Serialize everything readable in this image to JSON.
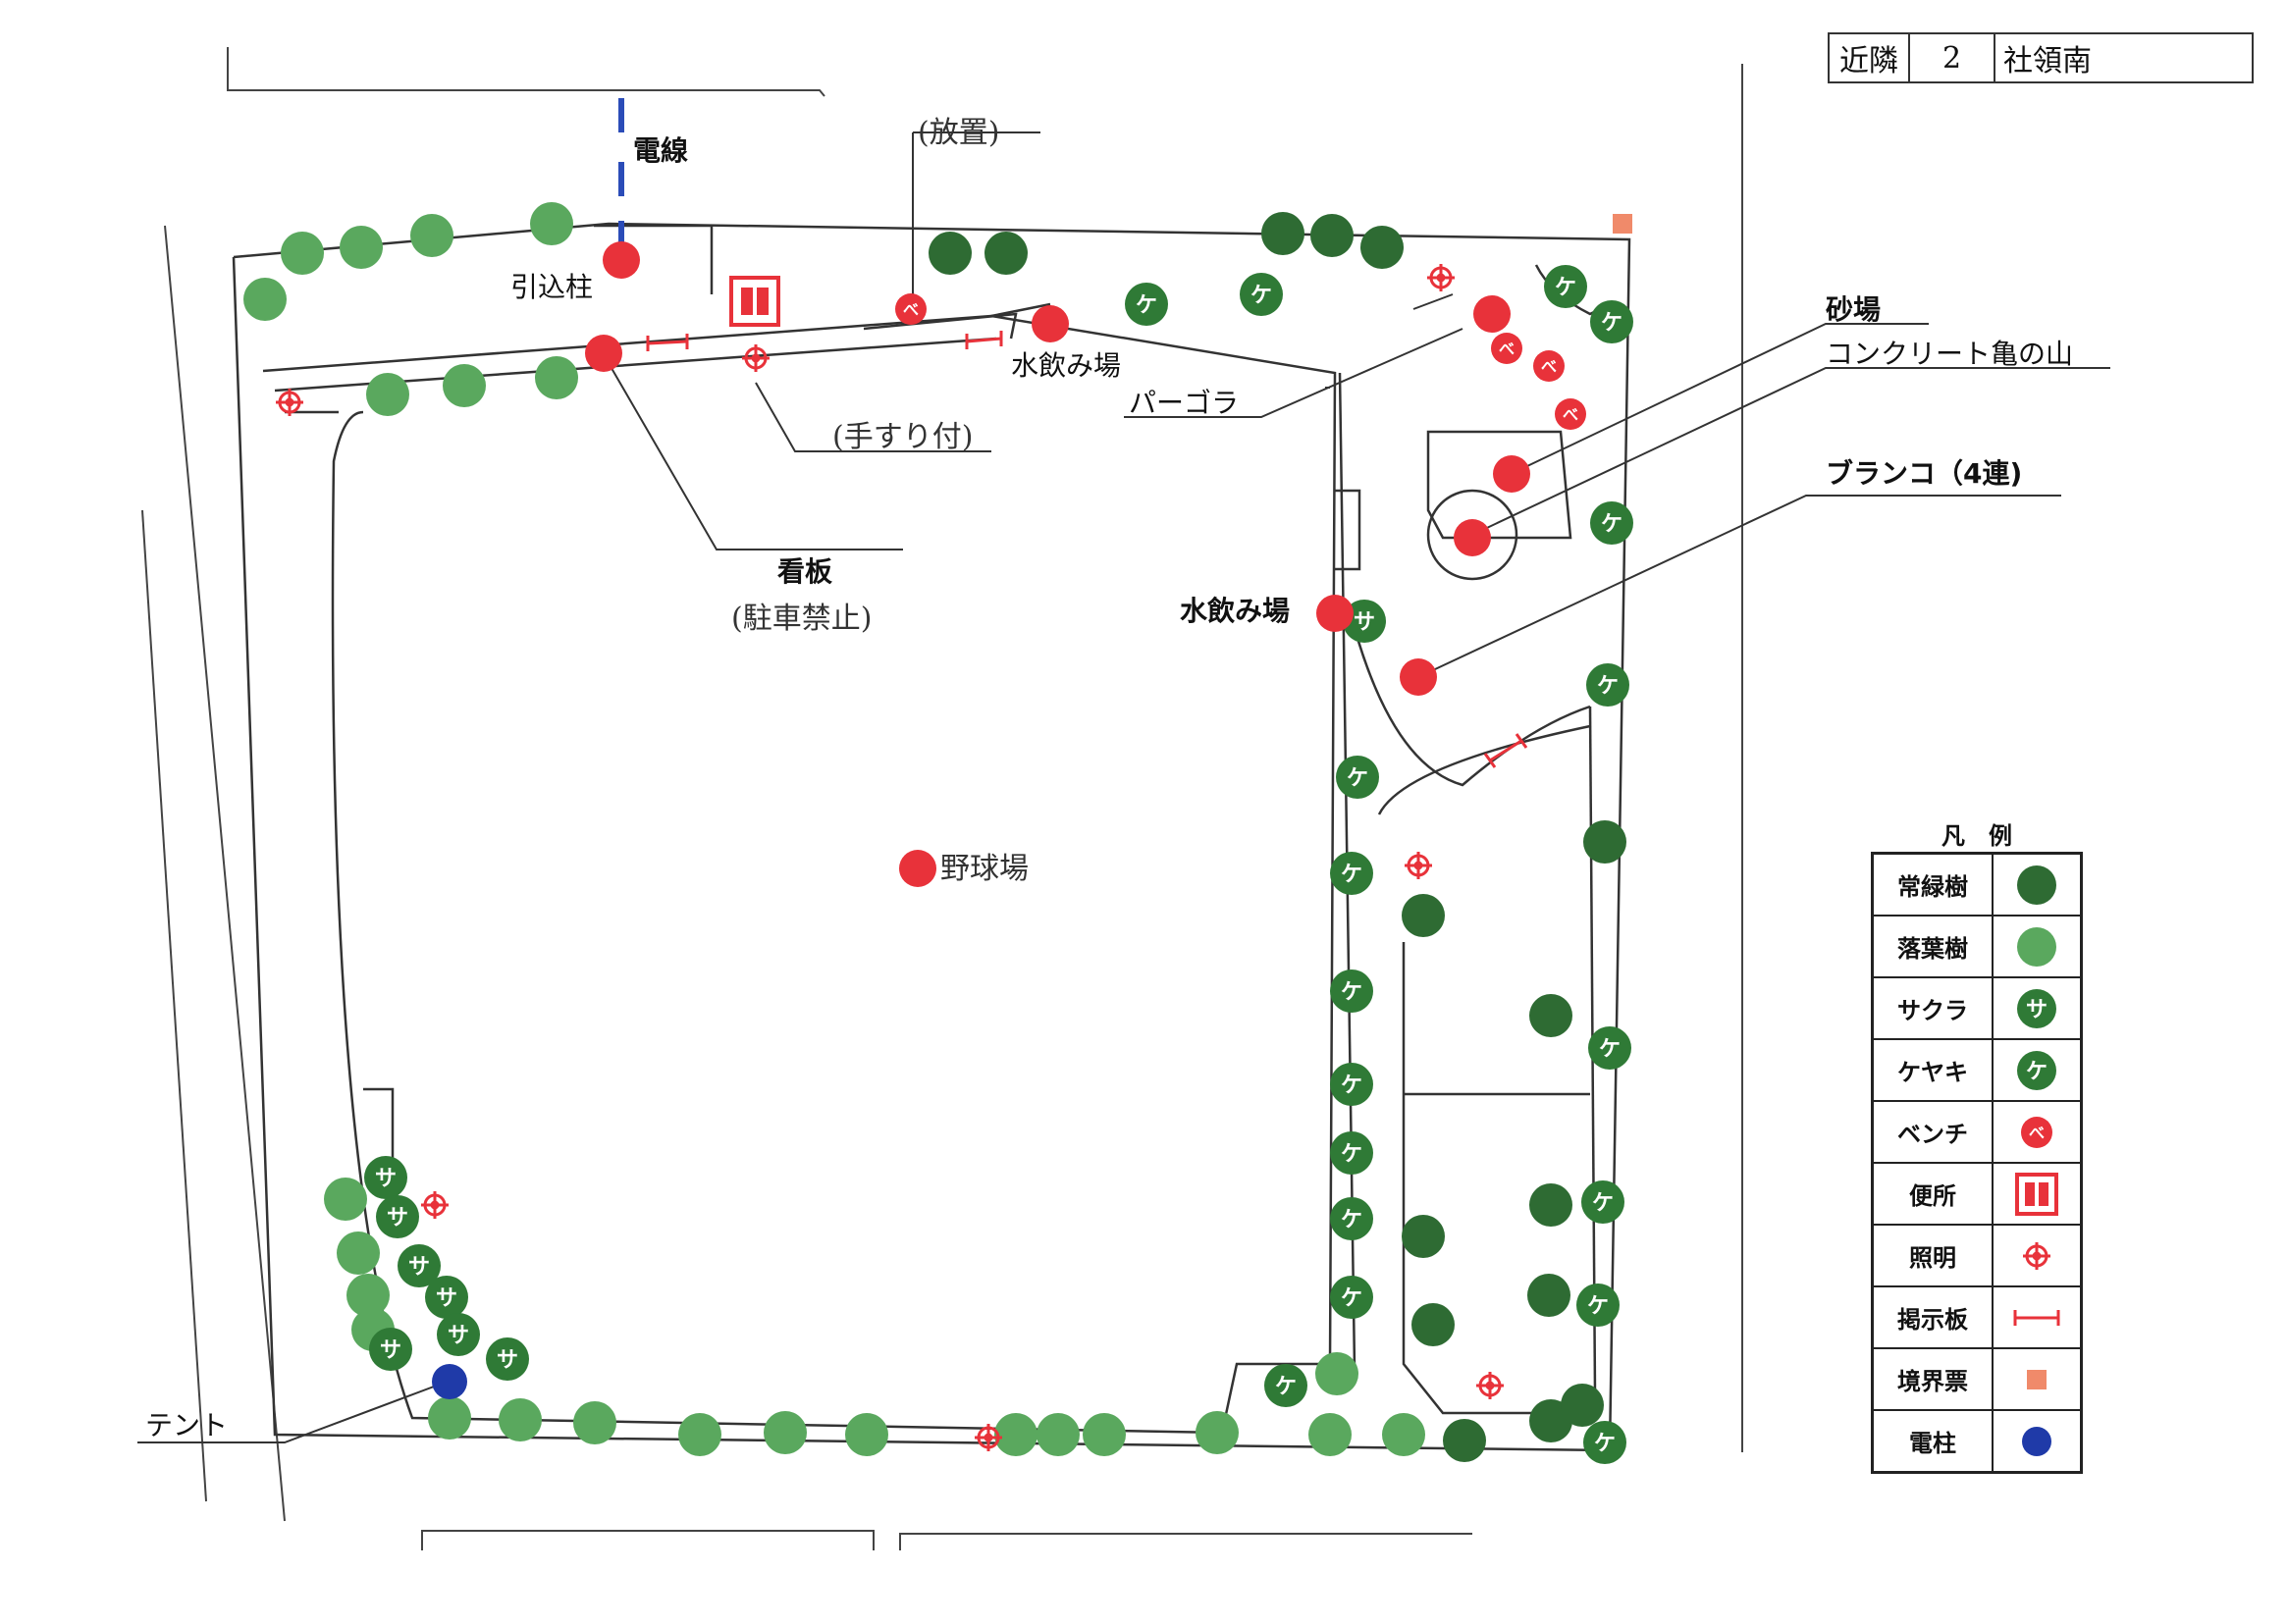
{
  "header": {
    "c1": "近隣",
    "c2": "2",
    "c3": "社領南"
  },
  "labels": {
    "wire": "電線",
    "pole_in": "引込柱",
    "abandoned": "(放置)",
    "handrail": "(手すり付)",
    "water1": "水飲み場",
    "pergola": "パーゴラ",
    "sandbox": "砂場",
    "turtle": "コンクリート亀の山",
    "swing": "ブランコ（4連)",
    "sign": "看板",
    "no_parking": "(駐車禁止)",
    "water2": "水飲み場",
    "baseball": "野球場",
    "tent": "テント"
  },
  "marks": {
    "sakura": "サ",
    "keyaki": "ケ",
    "bench": "べ"
  },
  "legend": {
    "title": "凡　例",
    "items": [
      {
        "label": "常緑樹",
        "icon": "evergreen-tree-icon"
      },
      {
        "label": "落葉樹",
        "icon": "deciduous-tree-icon"
      },
      {
        "label": "サクラ",
        "icon": "sakura-icon"
      },
      {
        "label": "ケヤキ",
        "icon": "keyaki-icon"
      },
      {
        "label": "ベンチ",
        "icon": "bench-icon"
      },
      {
        "label": "便所",
        "icon": "toilet-icon"
      },
      {
        "label": "照明",
        "icon": "light-icon"
      },
      {
        "label": "掲示板",
        "icon": "notice-board-icon"
      },
      {
        "label": "境界票",
        "icon": "boundary-marker-icon"
      },
      {
        "label": "電柱",
        "icon": "utility-pole-icon"
      }
    ]
  },
  "colors": {
    "evergreen": "#2e6b33",
    "deciduous": "#5aa85e",
    "marked_tree": "#2f7a36",
    "facility_red": "#e8323a",
    "pole_blue": "#1f3aa8",
    "boundary_orange": "#f08a6a",
    "wire_blue": "#2b4cb8"
  }
}
